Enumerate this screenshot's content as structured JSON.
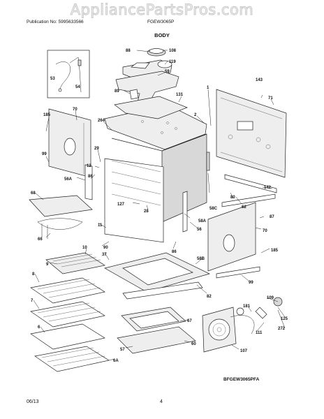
{
  "watermark": "AppliancePartsPros.com",
  "header": {
    "publication": "Publication No: 5995633566",
    "model": "FGEW3065P",
    "section": "BODY"
  },
  "footer": {
    "date": "06/13",
    "page": "4",
    "ref": "BFGEW3065PFA"
  },
  "callouts": {
    "c88": "88",
    "c108": "108",
    "c119": "119",
    "c59": "59",
    "c89": "89",
    "c131": "131",
    "c143": "143",
    "c71": "71",
    "c53": "53",
    "c54": "54",
    "c185a": "185",
    "c70a": "70",
    "c1": "1",
    "c2": "2",
    "c264": "264",
    "c99a": "99",
    "c29": "29",
    "c12": "12",
    "c86a": "86",
    "c56A": "56A",
    "c142": "142",
    "c80": "80",
    "c62": "62",
    "c68": "68",
    "c127": "127",
    "c28": "28",
    "c58C": "58C",
    "c58A": "58A",
    "c87": "87",
    "c66": "66",
    "c11": "11",
    "c56": "56",
    "c70b": "70",
    "c10": "10",
    "c90": "90",
    "c86b": "86",
    "c37": "37",
    "c185b": "185",
    "c9": "9",
    "c58B": "58B",
    "c99b": "99",
    "c8": "8",
    "c82": "82",
    "c109": "109",
    "c7": "7",
    "c181": "181",
    "c125": "125",
    "c6": "6",
    "c67": "67",
    "c111": "111",
    "c272": "272",
    "c60": "60",
    "c57": "57",
    "c107": "107",
    "c6A": "6A"
  }
}
